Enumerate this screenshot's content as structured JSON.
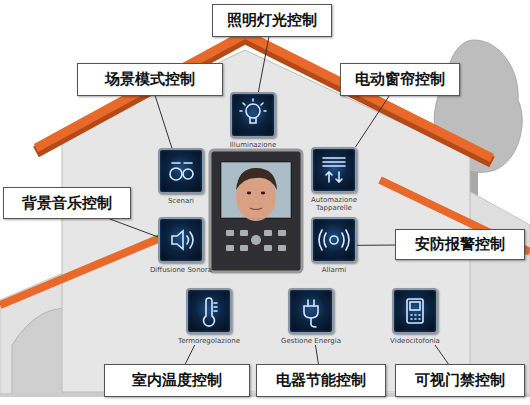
{
  "diagram": {
    "nodes": [
      {
        "text": [
          "照明灯光控制"
        ]
      },
      {
        "text": [
          "场景模式控制"
        ]
      },
      {
        "text": [
          "电动窗帘控制"
        ]
      },
      {
        "text": [
          "Illuminazione"
        ]
      },
      {
        "text": [
          "Scenari"
        ]
      },
      {
        "text": [
          "Automazione Tapparelle"
        ]
      },
      {
        "text": [
          "背景音乐控制"
        ]
      },
      {
        "text": [
          "Diffusione Sonora"
        ]
      },
      {
        "text": [
          "Allarmi"
        ]
      },
      {
        "text": [
          "安防报警控制"
        ]
      },
      {
        "text": [
          "Termoregolazione"
        ]
      },
      {
        "text": [
          "Gestione Energia"
        ]
      },
      {
        "text": [
          "Videocitofonia"
        ]
      },
      {
        "text": [
          "室内温度控制"
        ]
      },
      {
        "text": [
          "电器节能控制"
        ]
      },
      {
        "text": [
          "可视门禁控制"
        ]
      }
    ],
    "edges": [
      {
        "from": 0,
        "to": 3,
        "arrow": "none"
      },
      {
        "from": 1,
        "to": 4,
        "arrow": "none"
      },
      {
        "from": 2,
        "to": 5,
        "arrow": "none"
      },
      {
        "from": 6,
        "to": 7,
        "arrow": "none"
      },
      {
        "from": 9,
        "to": 8,
        "arrow": "none"
      },
      {
        "from": 13,
        "to": 10,
        "arrow": "none"
      },
      {
        "from": 14,
        "to": 11,
        "arrow": "none"
      },
      {
        "from": 15,
        "to": 12,
        "arrow": "none"
      }
    ]
  }
}
